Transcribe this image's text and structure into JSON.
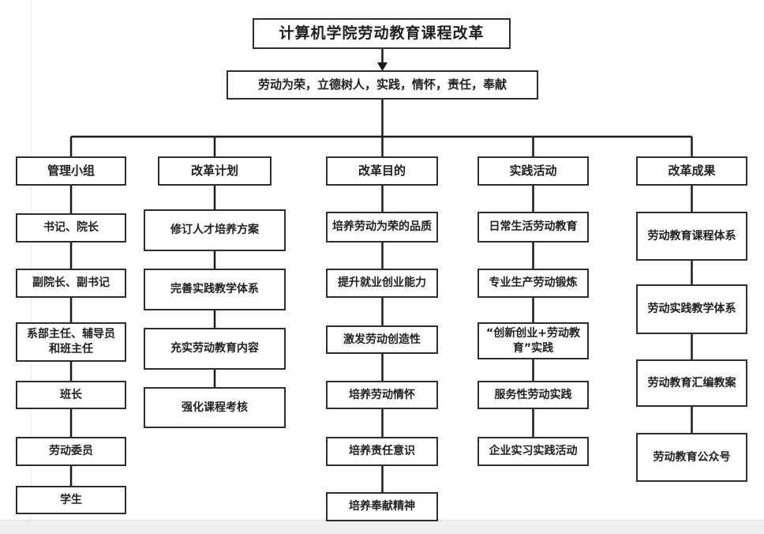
{
  "title": "计算机学院劳动教育课程改革",
  "motto": "劳动为荣，立德树人，实践，情怀，责任，奉献",
  "colors": {
    "line": "#1c1c1c",
    "box_border": "#2d2d2d",
    "box_background": "#ffffff",
    "text": "#1f1f1f",
    "page_background": "#fdfdfd"
  },
  "columns": [
    {
      "header": "管理小组",
      "items": [
        "书记、院长",
        "副院长、副书记",
        "系部主任、辅导员和班主任",
        "班长",
        "劳动委员",
        "学生"
      ]
    },
    {
      "header": "改革计划",
      "items": [
        "修订人才培养方案",
        "完善实践教学体系",
        "充实劳动教育内容",
        "强化课程考核"
      ]
    },
    {
      "header": "改革目的",
      "items": [
        "培养劳动为荣的品质",
        "提升就业创业能力",
        "激发劳动创造性",
        "培养劳动情怀",
        "培养责任意识",
        "培养奉献精神"
      ]
    },
    {
      "header": "实践活动",
      "items": [
        "日常生活劳动教育",
        "专业生产劳动锻炼",
        "“创新创业+劳动教育”实践",
        "服务性劳动实践",
        "企业实习实践活动"
      ]
    },
    {
      "header": "改革成果",
      "items": [
        "劳动教育课程体系",
        "劳动实践教学体系",
        "劳动教育汇编教案",
        "劳动教育公众号"
      ]
    }
  ]
}
